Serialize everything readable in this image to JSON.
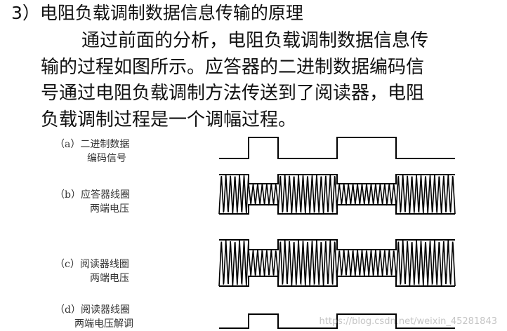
{
  "heading": "3）电阻负载调制数据信息传输的原理",
  "paragraph_lines": [
    "通过前面的分析，电阻负载调制数据信息传",
    "输的过程如图所示。应答器的二进制数据编码信",
    "号通过电阻负载调制方法传送到了阅读器，电阻",
    "负载调制过程是一个调幅过程。"
  ],
  "diagram": {
    "labels": [
      {
        "line1": "（a）二进制数据",
        "line2": "编码信号"
      },
      {
        "line1": "（b）应答器线圈",
        "line2": "两端电压"
      },
      {
        "line1": "（c）阅读器线圈",
        "line2": "两端电压"
      },
      {
        "line1": "（d）阅读器线圈",
        "line2": "两端电压解调"
      }
    ],
    "data_bits": [
      0,
      1,
      0,
      0,
      1,
      1,
      0,
      0
    ],
    "colors": {
      "trace": "#000000",
      "text": "#333333"
    }
  },
  "watermark": "https://blog.csdn.net/weixin_45281843"
}
